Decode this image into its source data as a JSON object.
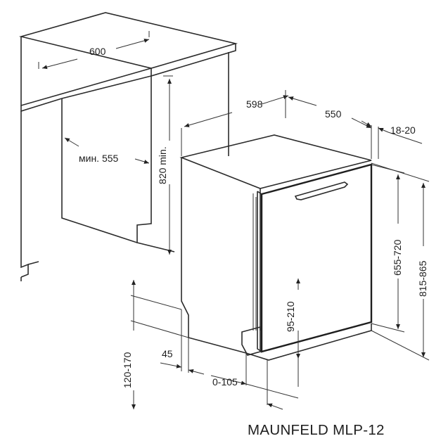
{
  "brand": {
    "model": "MAUNFELD MLP-12"
  },
  "dimensions": {
    "cabinet_width": "600",
    "niche_height": "820 min.",
    "niche_depth": "мин. 555",
    "appliance_width": "598",
    "appliance_depth": "550",
    "door_gap": "18-20",
    "door_height": "655-720",
    "appliance_height": "815-865",
    "plinth_offset": "95-210",
    "plinth_recess": "45",
    "plinth_height": "120-170",
    "door_overhang": "0-105"
  },
  "colors": {
    "line": "#2b2b2b",
    "background": "#ffffff"
  }
}
